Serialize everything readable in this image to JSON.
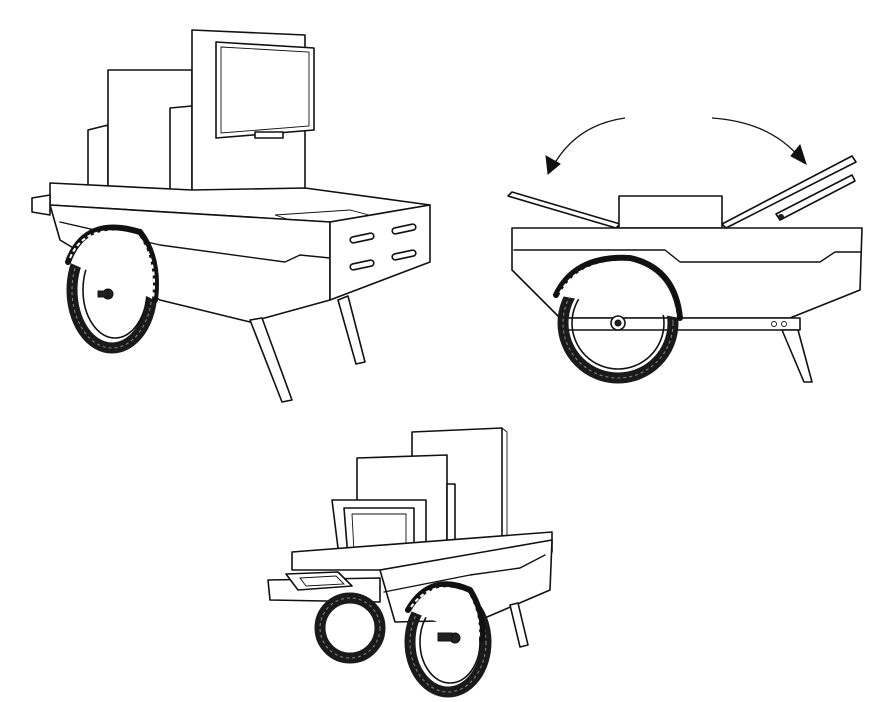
{
  "illustration": {
    "views": [
      {
        "id": "view-perspective-front",
        "icon": "cart-perspective-icon"
      },
      {
        "id": "view-side-open",
        "icon": "cart-side-icon"
      },
      {
        "id": "view-perspective-rear",
        "icon": "cart-rear-icon"
      }
    ],
    "colors": {
      "line": "#111111",
      "background": "#ffffff",
      "tyre": "#1a1a1a"
    }
  }
}
